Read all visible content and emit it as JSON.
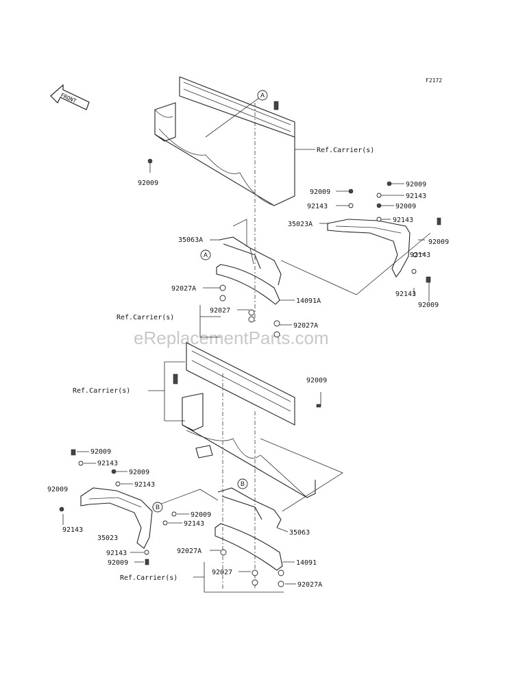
{
  "figure_code": "F2172",
  "front_label": "FRONT",
  "watermark": "eReplacementParts.com",
  "callouts": {
    "a": "A",
    "b": "B"
  },
  "labels": {
    "ref_carrier_top": "Ref.Carrier(s)",
    "p92009_top_left": "92009",
    "p92009_r1": "92009",
    "p92009_r2": "92009",
    "p92143_r1": "92143",
    "p92143_r2": "92143",
    "p92009_r3": "92009",
    "p35023A": "35023A",
    "p92143_r3": "92143",
    "p92009_r4": "92009",
    "p92143_r4": "92143",
    "p92143_r5": "92143",
    "p92009_r5": "92009",
    "p35063A": "35063A",
    "p92027A_1": "92027A",
    "p14091A": "14091A",
    "p92027": "92027",
    "ref_carrier_mid": "Ref.Carrier(s)",
    "p92027A_2": "92027A",
    "p92009_mid": "92009",
    "ref_carrier_low": "Ref.Carrier(s)",
    "p92009_l1": "92009",
    "p92143_l1": "92143",
    "p92009_l2": "92009",
    "p92009_l3": "92009",
    "p92143_l2": "92143",
    "p92009_l4": "92009",
    "p92143_l3": "92143",
    "p92143_l4": "92143",
    "p35023": "35023",
    "p35063": "35063",
    "p92143_l5": "92143",
    "p92009_l5": "92009",
    "p92027A_3": "92027A",
    "p14091": "14091",
    "p92027_low": "92027",
    "ref_carrier_bottom": "Ref.Carrier(s)",
    "p92027A_4": "92027A"
  }
}
